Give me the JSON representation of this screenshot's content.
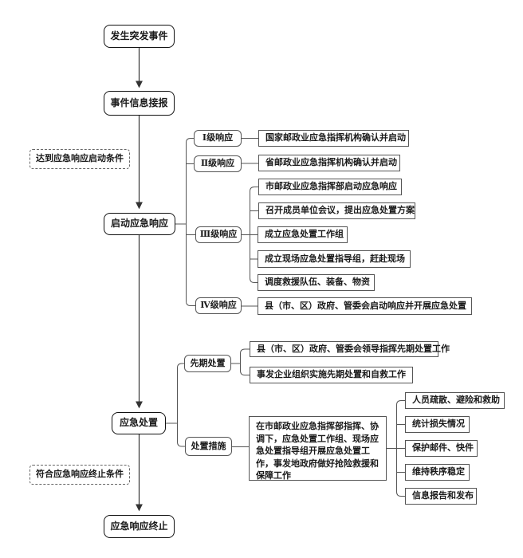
{
  "flow": {
    "start": "发生突发事件",
    "report": "事件信息接报",
    "launch": "启动应急响应",
    "handle": "应急处置",
    "end": "应急响应终止"
  },
  "conditions": {
    "start": "达到应急响应启动条件",
    "end": "符合应急响应终止条件"
  },
  "levels": {
    "l1": {
      "label": "Ⅰ级响应",
      "actions": [
        "国家邮政业应急指挥机构确认并启动"
      ]
    },
    "l2": {
      "label": "Ⅱ级响应",
      "actions": [
        "省邮政业应急指挥机构确认并启动"
      ]
    },
    "l3": {
      "label": "Ⅲ级响应",
      "actions": [
        "市邮政业应急指挥部启动应急响应",
        "召开成员单位会议，提出应急处置方案",
        "成立应急处置工作组",
        "成立现场应急处置指导组，赶赴现场",
        "调度救援队伍、装备、物资"
      ]
    },
    "l4": {
      "label": "Ⅳ级响应",
      "actions": [
        "县（市、区）政府、管委会启动响应并开展应急处置"
      ]
    }
  },
  "handling": {
    "pre": {
      "label": "先期处置",
      "actions": [
        "县（市、区）政府、管委会领导指挥先期处置工作",
        "事发企业组织实施先期处置和自救工作"
      ]
    },
    "measures": {
      "label": "处置措施",
      "description": "在市邮政业应急指挥部指挥、协调下，应急处置工作组、现场应急处置指导组开展应急处置工作，事发地政府做好抢险救援和保障工作",
      "actions": [
        "人员疏散、避险和救助",
        "统计损失情况",
        "保护邮件、快件",
        "维持秩序稳定",
        "信息报告和发布"
      ]
    }
  },
  "colors": {
    "line": "#333333",
    "main_border": "#111111",
    "box_border": "#555555",
    "background": "#ffffff"
  }
}
